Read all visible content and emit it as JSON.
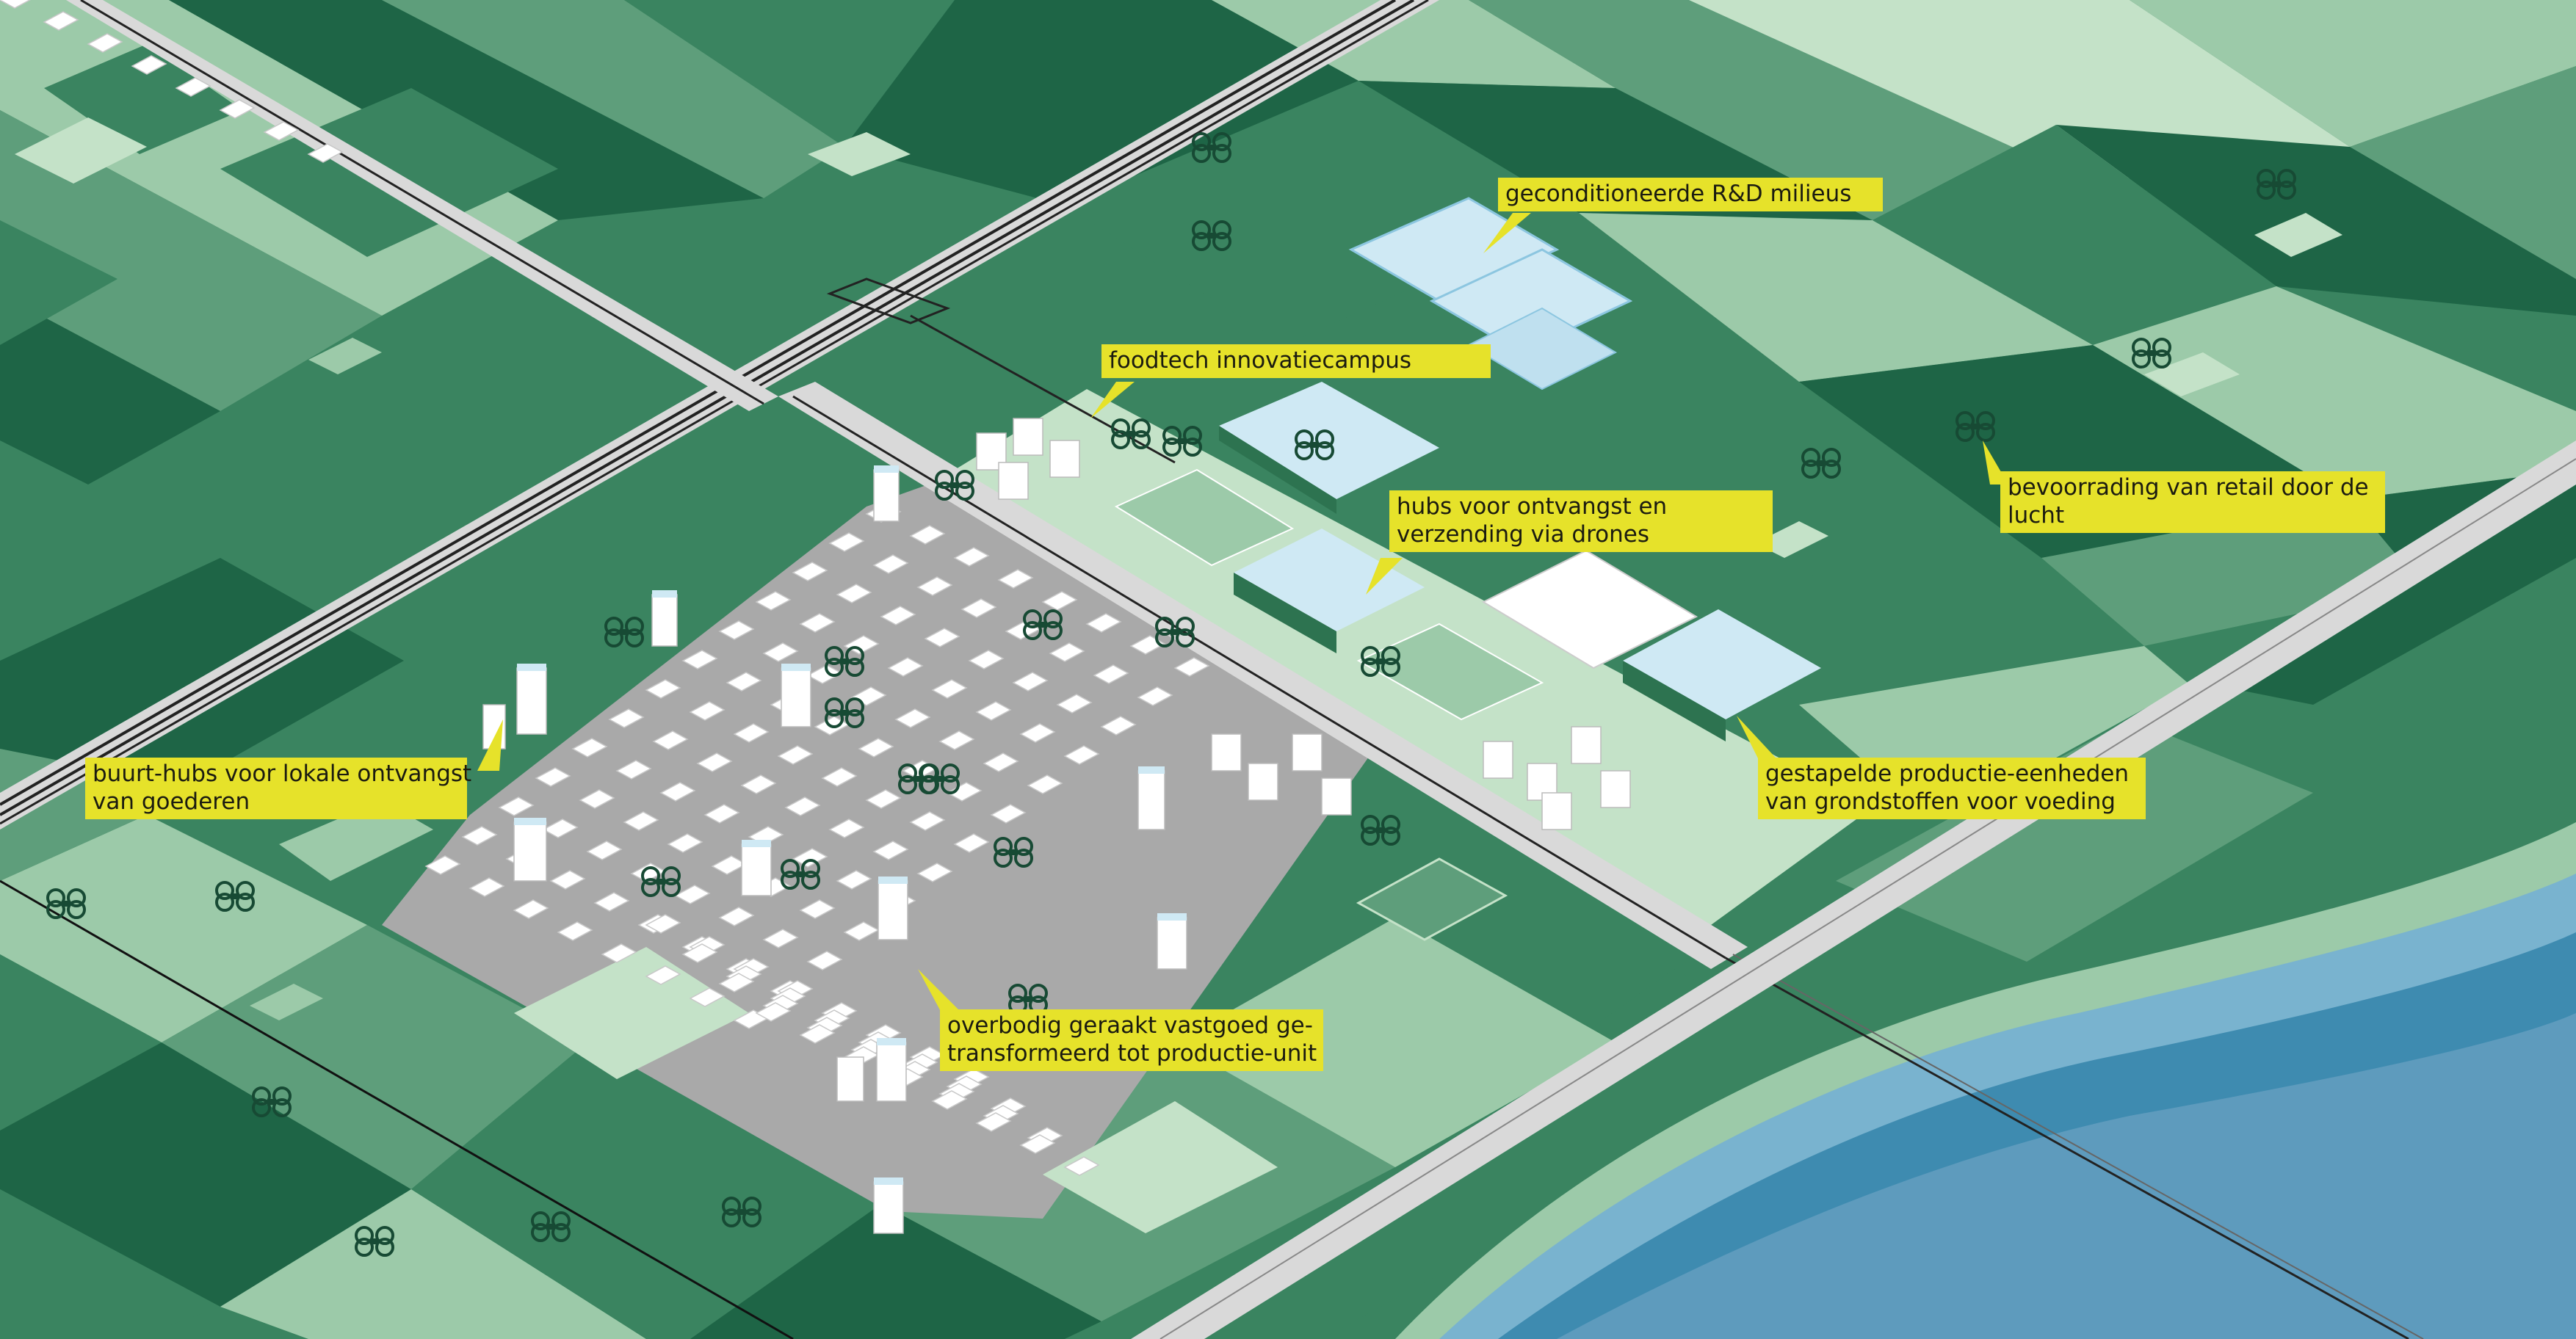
{
  "labels": {
    "rnd": "geconditioneerde R&D milieus",
    "campus": "foodtech innovatiecampus",
    "hubs_l1": "hubs voor ontvangst en",
    "hubs_l2": "verzending via drones",
    "retail_l1": "bevoorrading van retail door de",
    "retail_l2": "lucht",
    "neighbourhood_l1": "buurt-hubs voor lokale ontvangst",
    "neighbourhood_l2": "van goederen",
    "stacked_l1": "gestapelde productie-eenheden",
    "stacked_l2": "van grondstoffen voor voeding",
    "vacant_l1": "overbodig geraakt vastgoed ge-",
    "vacant_l2": "transformeerd  tot productie-unit"
  },
  "colors": {
    "field_dark": "#1e6546",
    "field_mid": "#3a8460",
    "field_light": "#5e9e7b",
    "field_pale": "#9ccaa9",
    "field_paler": "#c4e2c8",
    "city": "#a9a9a9",
    "building": "#ffffff",
    "greenhouse": "#cfe9f4",
    "water": "#3e8bb0",
    "water_light": "#79b3cf",
    "callout": "#e6e22a",
    "drone": "#174a34"
  },
  "icons": {
    "drone": "drone-icon"
  }
}
